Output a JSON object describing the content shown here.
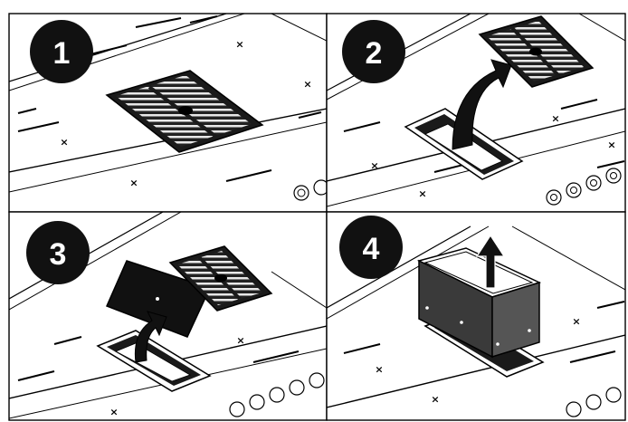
{
  "steps": [
    {
      "number": "1",
      "action": "grille on cooktop"
    },
    {
      "number": "2",
      "action": "lift grille off"
    },
    {
      "number": "3",
      "action": "lift filter cover off"
    },
    {
      "number": "4",
      "action": "pull filter box up"
    }
  ],
  "colors": {
    "ink": "#000000",
    "grille": "#1a1a1a",
    "panel_border": "#000000",
    "background": "#ffffff"
  },
  "icons": [
    "step-badge",
    "curved-arrow-icon",
    "up-arrow-icon",
    "cooktop-zone-mark",
    "control-knob-icon"
  ],
  "hob_mark": "×"
}
